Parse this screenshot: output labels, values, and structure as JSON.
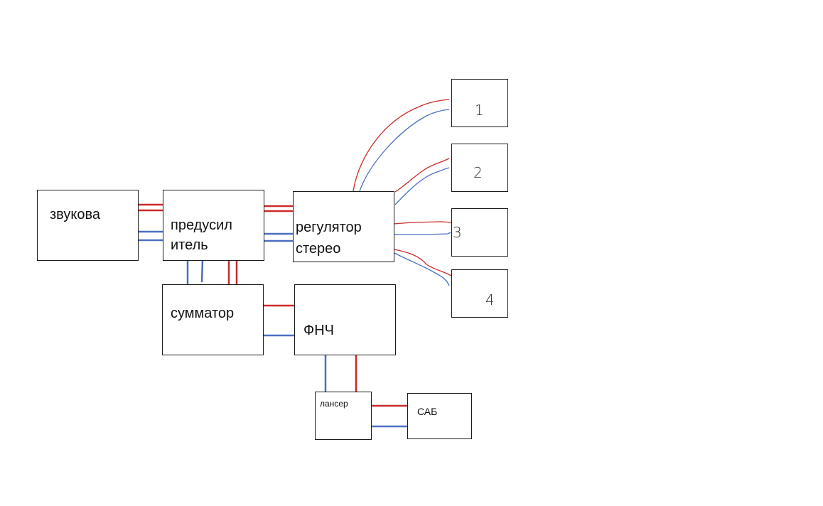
{
  "colors": {
    "left_channel": "#cc2a2a",
    "right_channel": "#4a6fc0",
    "border": "#1a1a1a"
  },
  "blocks": {
    "sound_card": "звукова",
    "preamp_line1": "предусил",
    "preamp_line2": "итель",
    "stereo_control_line1": "регулятор",
    "stereo_control_line2": "стерео",
    "summator": "сумматор",
    "lpf": "ФНЧ",
    "lanzer": "лансер",
    "sub": "САБ"
  },
  "speakers": [
    "1",
    "2",
    "3",
    "4"
  ]
}
